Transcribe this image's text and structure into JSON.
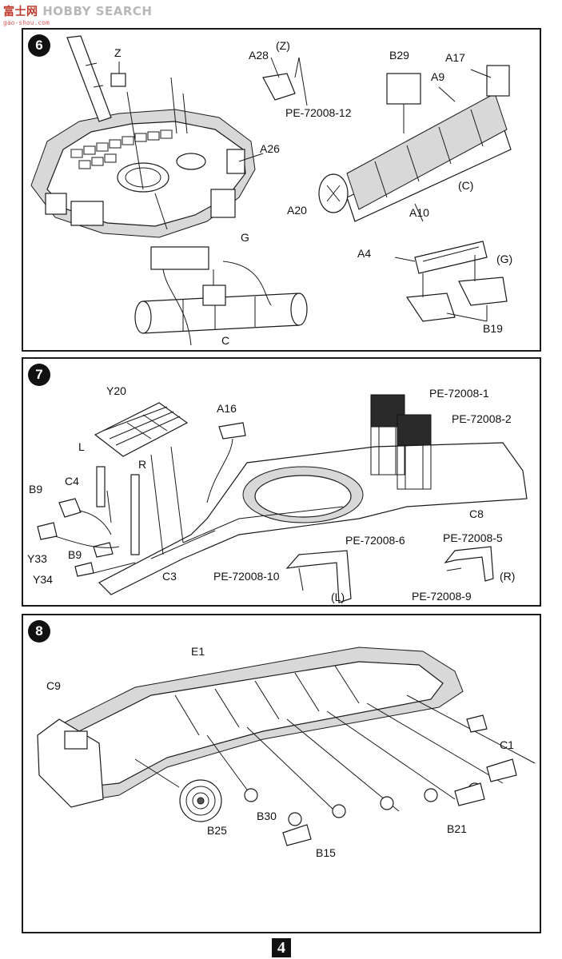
{
  "watermark": {
    "brand": "HOBBY SEARCH",
    "chinese": "富士网",
    "sub": "gao-shou.com"
  },
  "page_number": "4",
  "steps": [
    {
      "number": "6",
      "labels": [
        "Z",
        "A28",
        "(Z)",
        "PE-72008-12",
        "B29",
        "A17",
        "A9",
        "A26",
        "(C)",
        "A20",
        "A10",
        "G",
        "A4",
        "(G)",
        "B19",
        "C"
      ]
    },
    {
      "number": "7",
      "labels": [
        "Y20",
        "A16",
        "PE-72008-1",
        "PE-72008-2",
        "L",
        "C4",
        "R",
        "B9",
        "C8",
        "Y33",
        "B9",
        "Y34",
        "C3",
        "PE-72008-6",
        "PE-72008-5",
        "PE-72008-10",
        "(R)",
        "(L)",
        "PE-72008-9"
      ]
    },
    {
      "number": "8",
      "labels": [
        "E1",
        "C9",
        "C1",
        "B25",
        "B30",
        "B21",
        "B15"
      ]
    }
  ]
}
